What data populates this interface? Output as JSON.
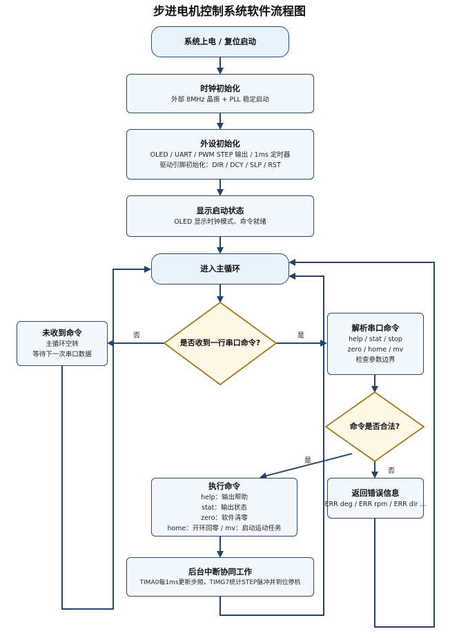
{
  "title": "步进电机控制系统软件流程图",
  "colors": {
    "edge": "#24446a",
    "box_border": "#2b4a6b",
    "box_fill": "#f3f8fd",
    "terminal_fill": "#e9f3fb",
    "decision_border": "#a07a1a",
    "decision_fill": "#fff8e6"
  },
  "nodes": {
    "power_on": {
      "title": "系统上电 / 复位启动"
    },
    "clock_init": {
      "title": "时钟初始化",
      "lines": [
        "外部 8MHz 晶振 + PLL 稳定启动"
      ]
    },
    "periph_init": {
      "title": "外设初始化",
      "lines": [
        "OLED / UART / PWM STEP 输出 / 1ms 定时器",
        "驱动引脚初始化：DIR / DCY / SLP / RST"
      ]
    },
    "show_status": {
      "title": "显示启动状态",
      "lines": [
        "OLED 显示时钟模式、命令就绪"
      ]
    },
    "main_loop": {
      "title": "进入主循环"
    },
    "got_cmd": {
      "title": "是否收到一行串口命令?"
    },
    "no_cmd": {
      "title": "未收到命令",
      "lines": [
        "主循环空转",
        "等待下一次串口数据"
      ]
    },
    "parse_cmd": {
      "title": "解析串口命令",
      "lines": [
        "help / stat / stop",
        "zero / home / mv",
        "检查参数边界"
      ]
    },
    "cmd_valid": {
      "title": "命令是否合法?"
    },
    "exec_cmd": {
      "title": "执行命令",
      "lines": [
        "help：输出帮助",
        "stat：输出状态",
        "zero：软件清零",
        "home：开环回零 / mv：启动运动任务"
      ]
    },
    "err_info": {
      "title": "返回错误信息",
      "lines": [
        "ERR deg / ERR rpm / ERR dir ..."
      ]
    },
    "bg_irq": {
      "title": "后台中断协同工作",
      "lines": [
        "TIMA0每1ms更新步频，TIMG7统计STEP脉冲并到位停机"
      ]
    }
  },
  "edge_labels": {
    "no_left": "否",
    "yes_right": "是",
    "yes_valid": "是",
    "no_valid": "否"
  }
}
